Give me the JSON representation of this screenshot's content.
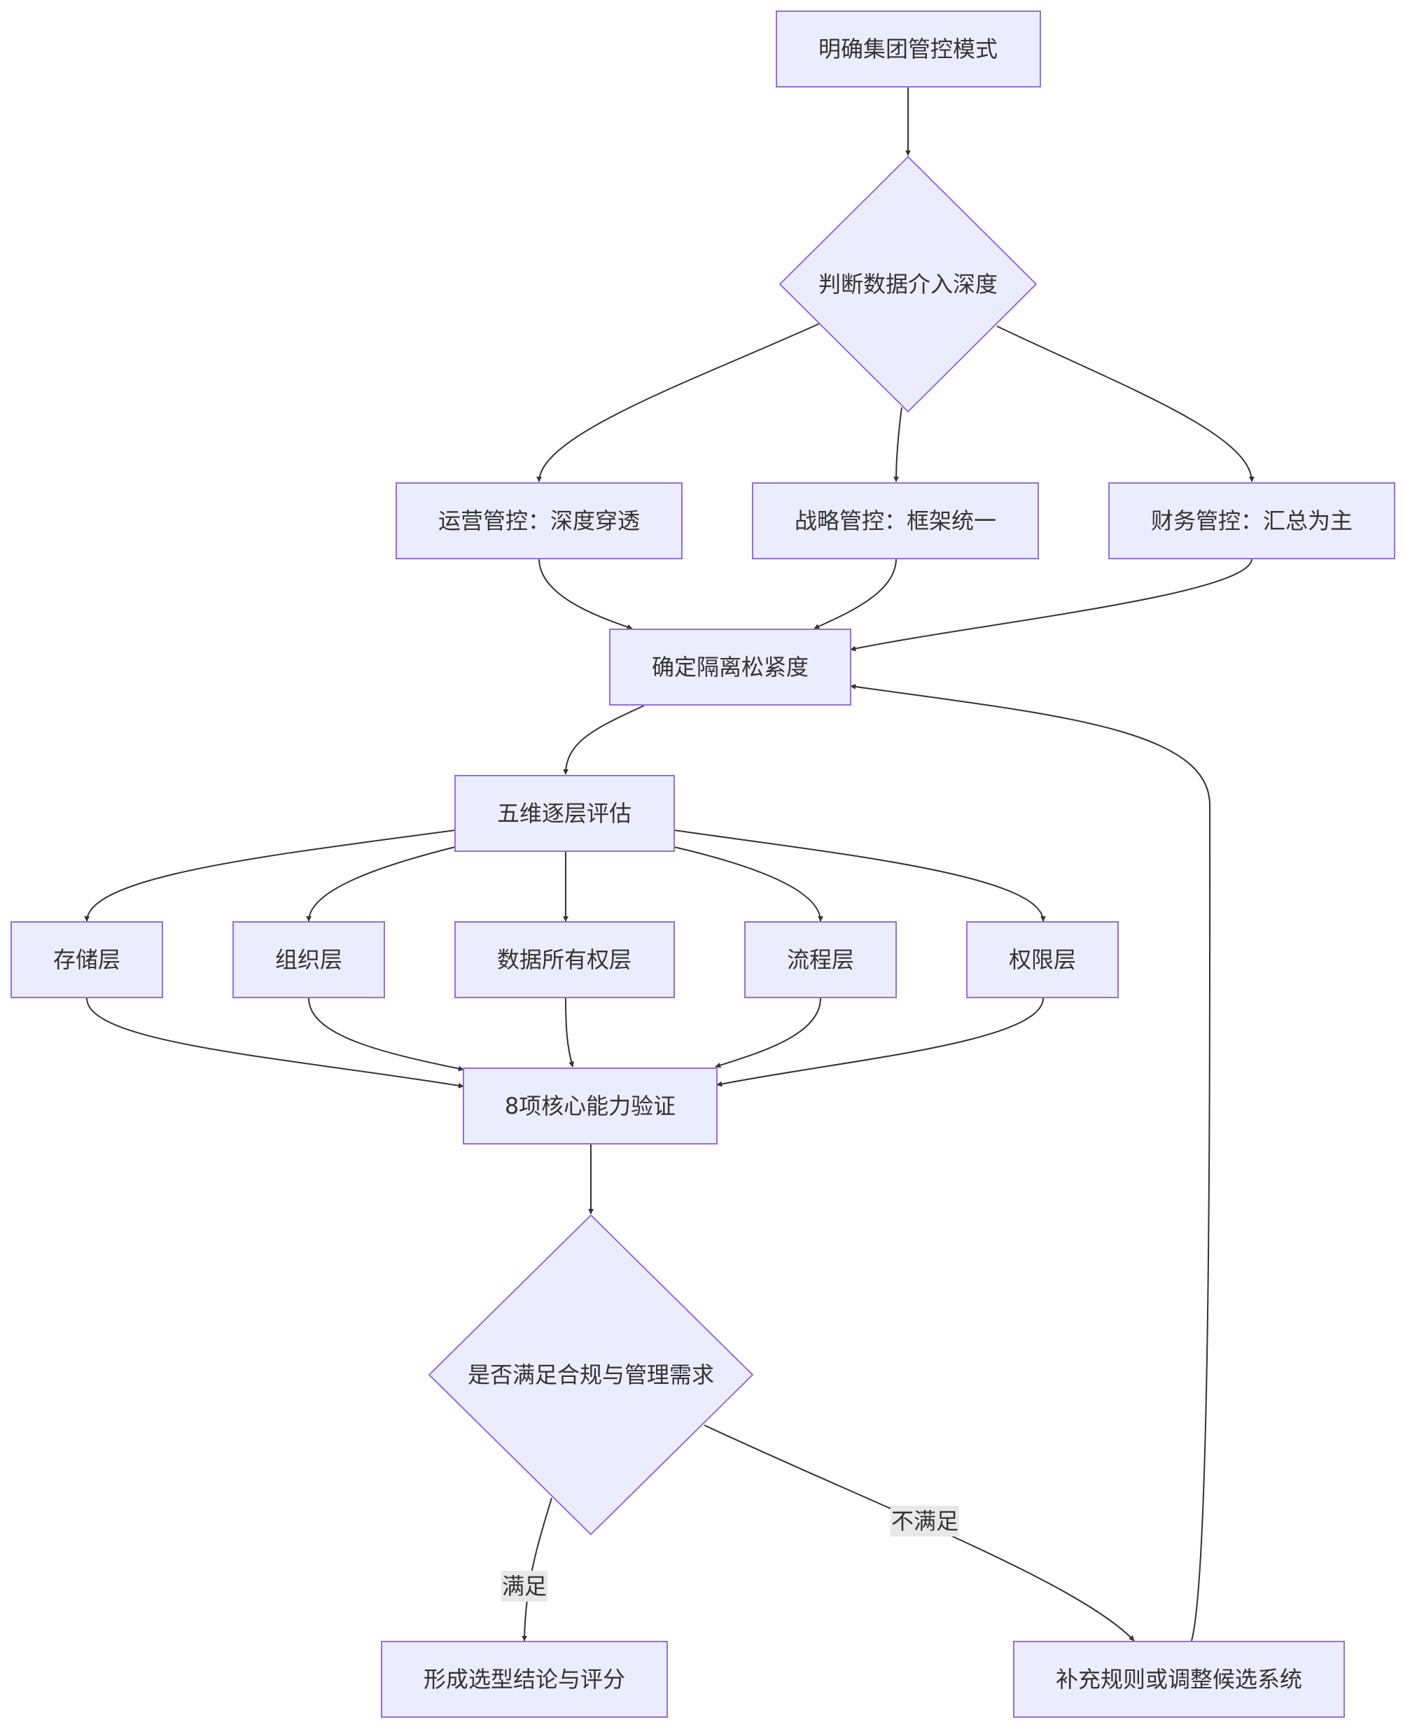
{
  "nodes": {
    "n1": "明确集团管控模式",
    "n2": "判断数据介入深度",
    "n3": "运营管控：深度穿透",
    "n4": "战略管控：框架统一",
    "n5": "财务管控：汇总为主",
    "n6": "确定隔离松紧度",
    "n7": "五维逐层评估",
    "n8": "存储层",
    "n9": "组织层",
    "n10": "数据所有权层",
    "n11": "流程层",
    "n12": "权限层",
    "n13": "8项核心能力验证",
    "n14": "是否满足合规与管理需求",
    "n15": "形成选型结论与评分",
    "n16": "补充规则或调整候选系统"
  },
  "edge_labels": {
    "yes": "满足",
    "no": "不满足"
  }
}
